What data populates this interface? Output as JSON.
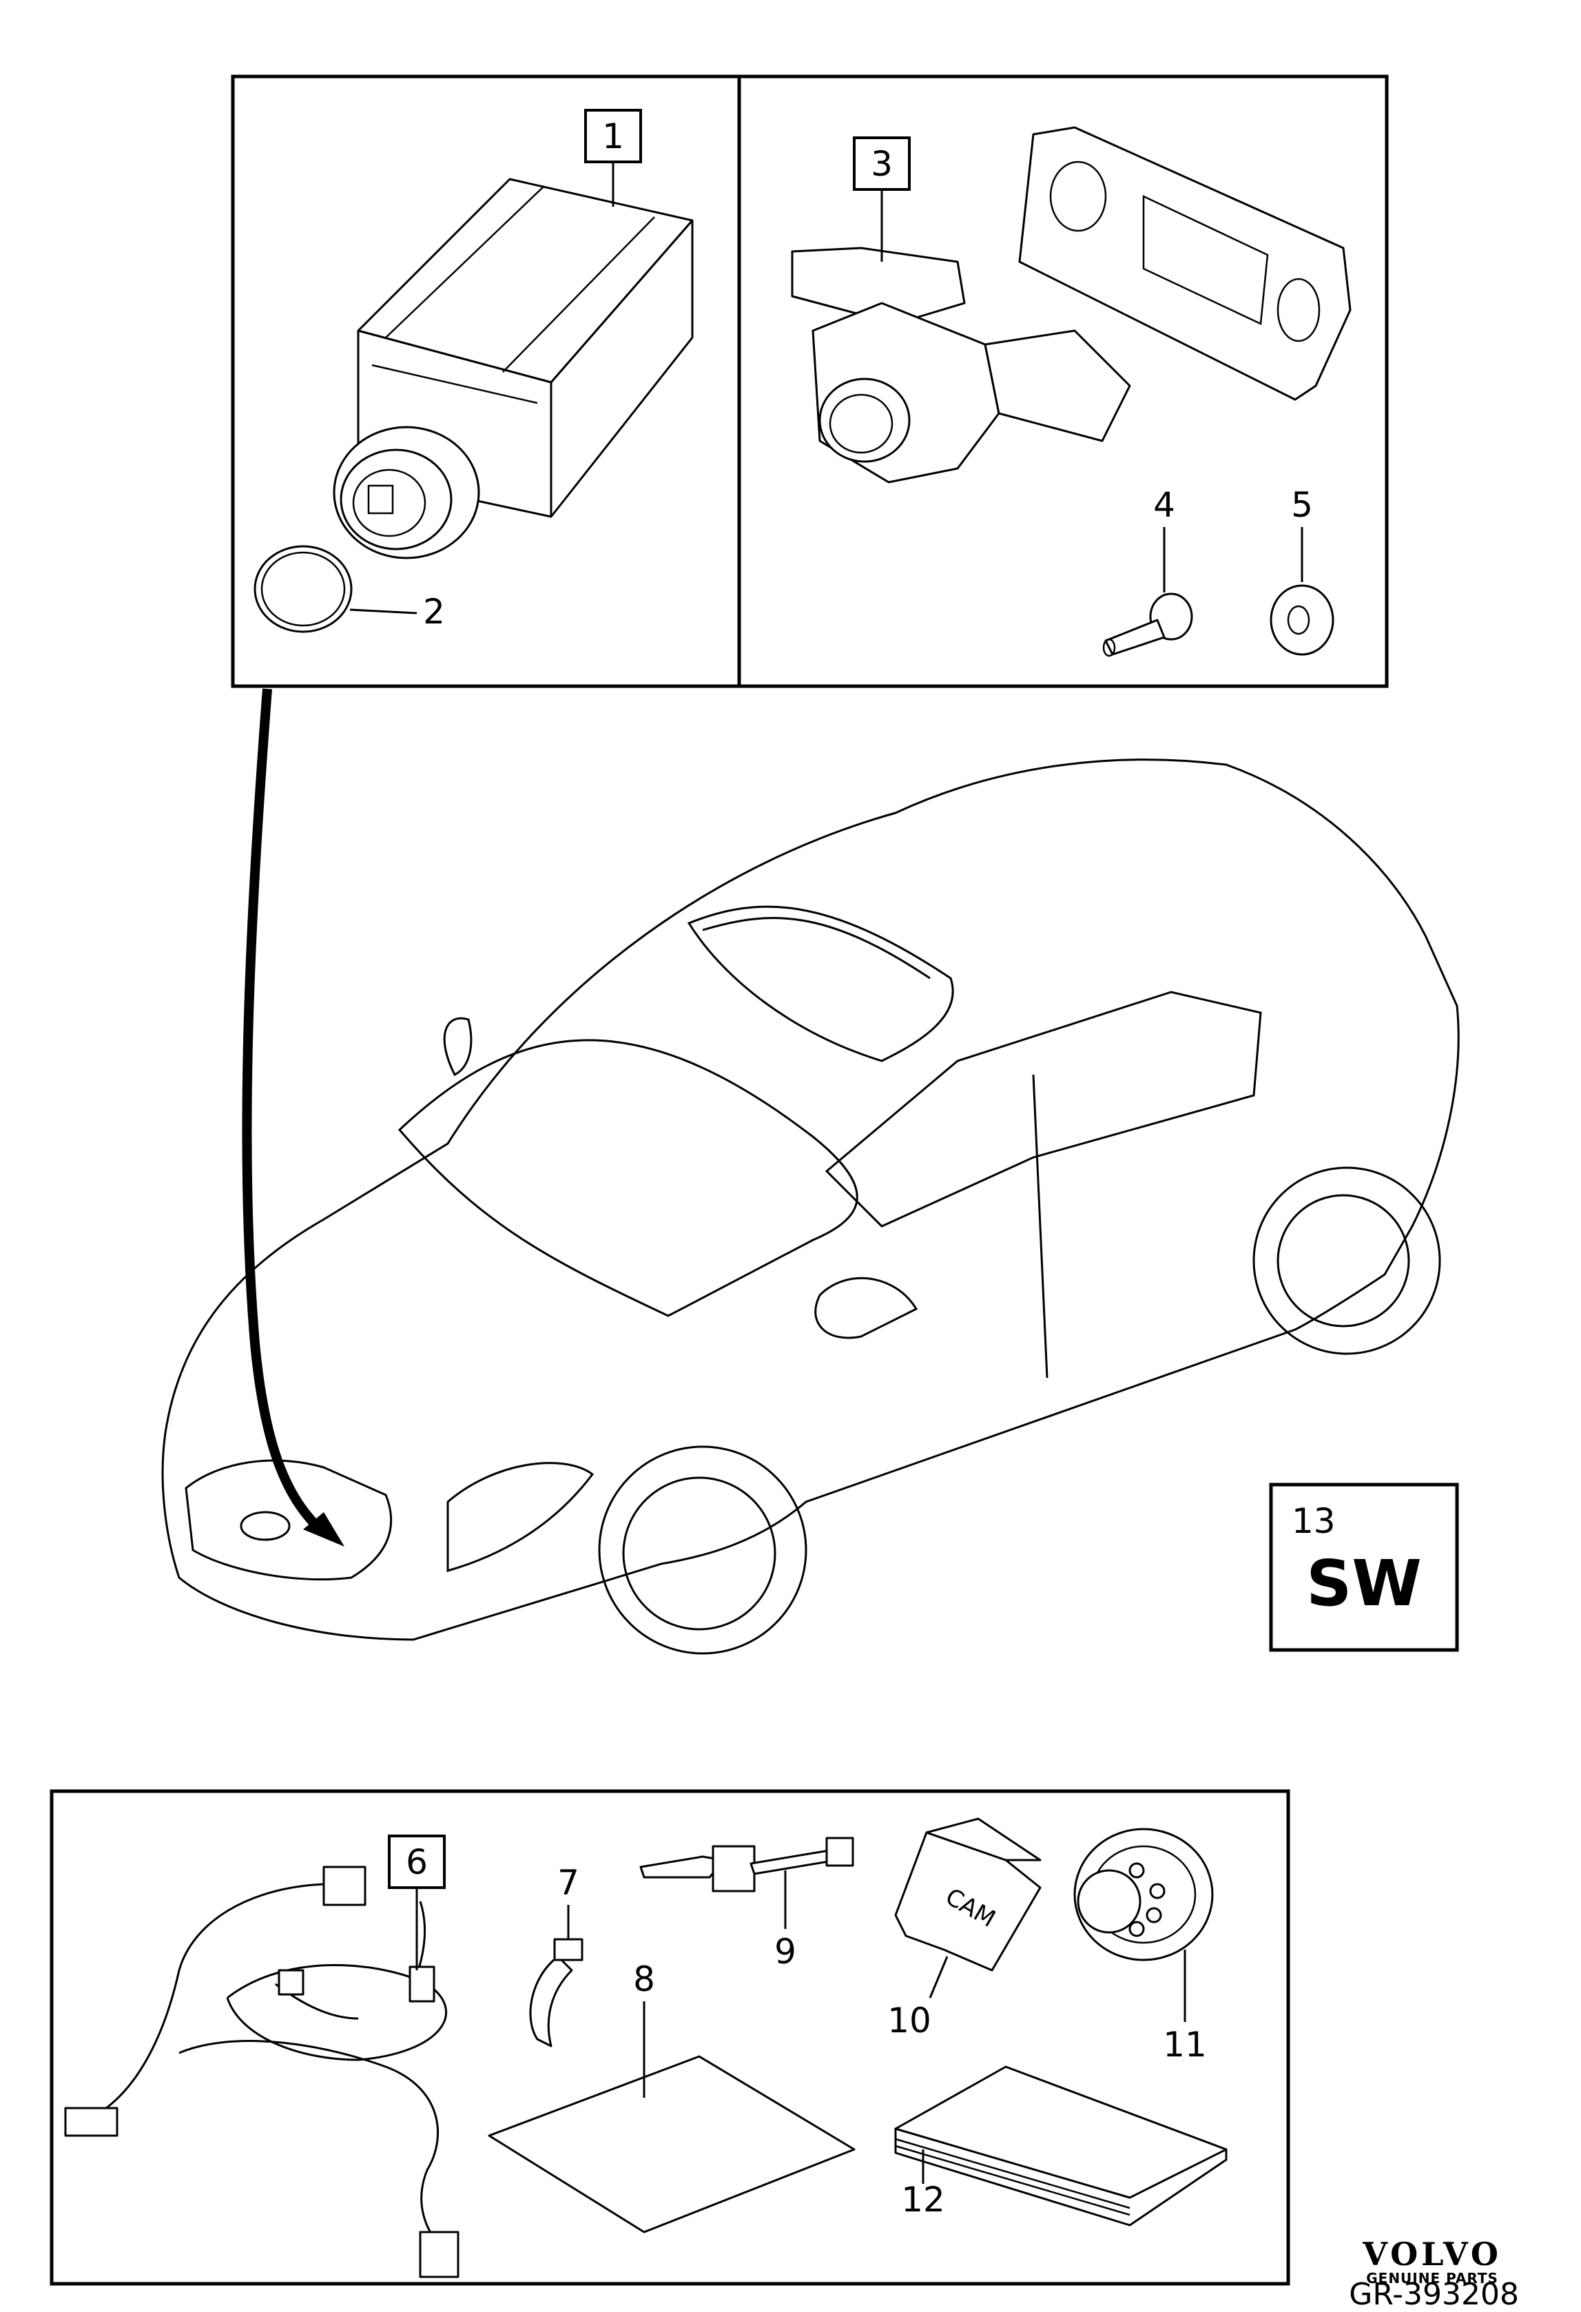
{
  "callouts": {
    "c1": "1",
    "c2": "2",
    "c3": "3",
    "c4": "4",
    "c5": "5",
    "c6": "6",
    "c7": "7",
    "c8": "8",
    "c9": "9",
    "c10": "10",
    "c11": "11",
    "c12": "12",
    "c13": "13"
  },
  "sw_box": {
    "number": "13",
    "code": "SW"
  },
  "cam_label": "CAM",
  "brand": {
    "logo": "VOLVO",
    "subtitle": "GENUINE PARTS"
  },
  "reference": "GR-393208"
}
